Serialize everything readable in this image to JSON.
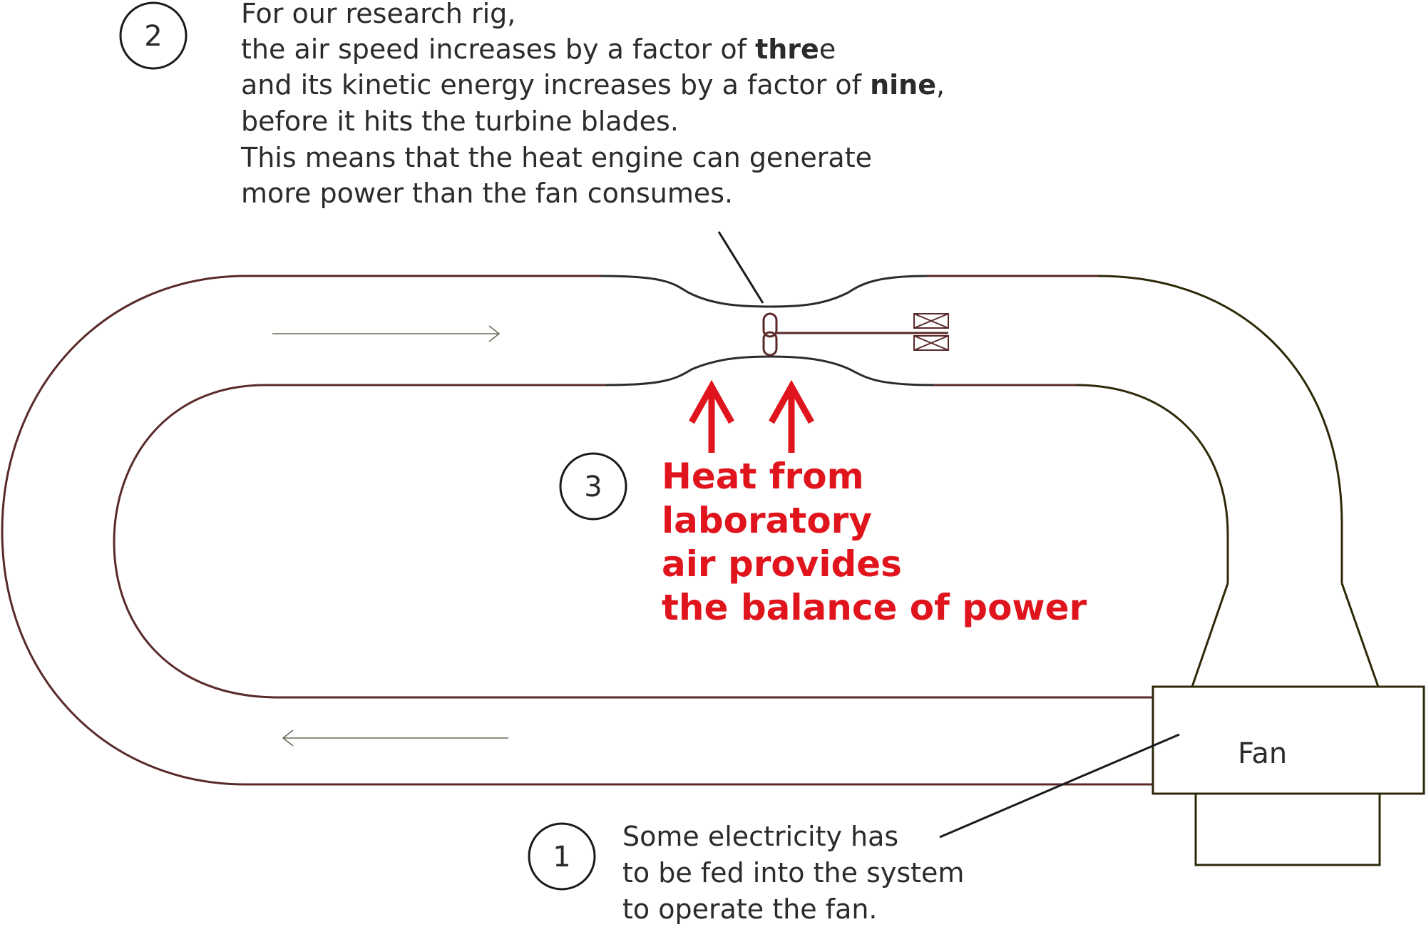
{
  "note2": {
    "number": "2",
    "line1": "For our research rig,",
    "line2_pre": "the air speed increases by a factor of ",
    "line2_bold": "thre",
    "line2_post": "e",
    "line3_pre": "and its kinetic energy increases by a factor of ",
    "line3_bold": "nine",
    "line3_post": ",",
    "line4": "before it hits the turbine blades.",
    "line5": "This means that the heat engine can generate",
    "line6": "more power than the fan consumes."
  },
  "note3": {
    "number": "3",
    "lines": [
      "Heat from",
      "laboratory",
      "air provides",
      "the balance of power"
    ]
  },
  "note1": {
    "number": "1",
    "lines": [
      "Some electricity has",
      "to be fed into the system",
      "to operate the fan."
    ]
  },
  "fan": {
    "label": "Fan"
  },
  "colors": {
    "duct": "#5a2a2a",
    "duct_right": "#2e2a08",
    "heat": "#e0141c",
    "text": "#2b2b2b"
  }
}
